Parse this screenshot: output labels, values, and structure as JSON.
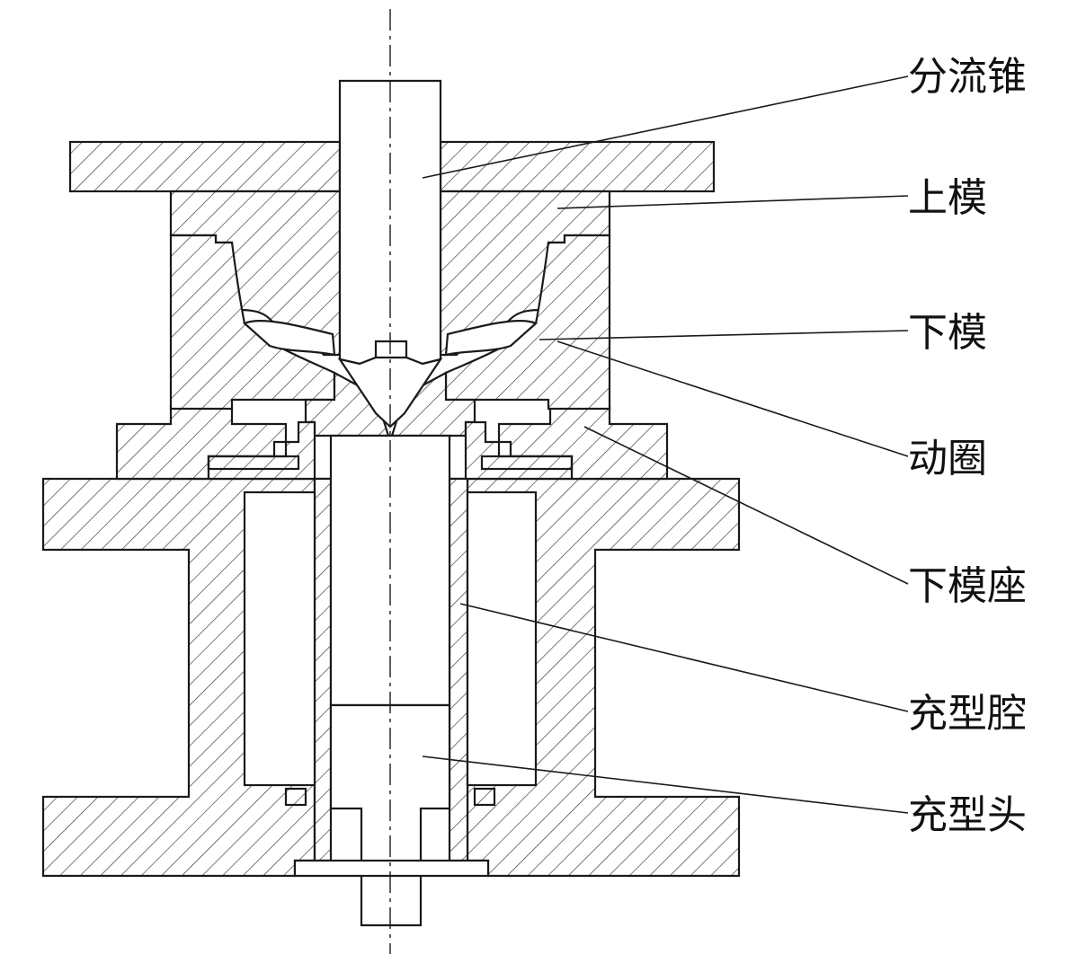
{
  "labels": {
    "splitter_cone": "分流锥",
    "upper_die": "上模",
    "lower_die": "下模",
    "moving_coil": "动圈",
    "lower_die_seat": "下模座",
    "filling_chamber": "充型腔",
    "filling_head": "充型头"
  },
  "colors": {
    "line": "#1a1a1a",
    "background": "#ffffff"
  }
}
